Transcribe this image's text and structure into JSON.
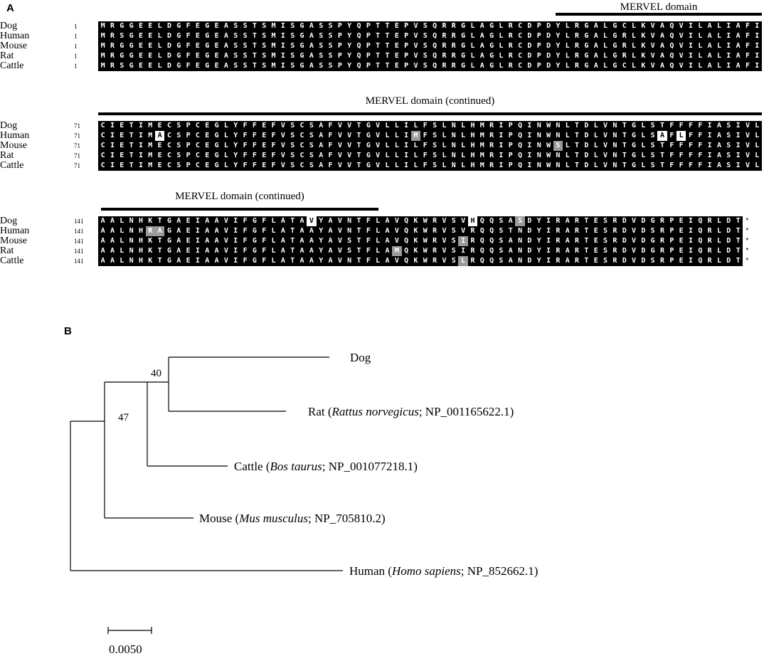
{
  "panels": {
    "a": "A",
    "b": "B"
  },
  "alignment": {
    "species": [
      "Dog",
      "Human",
      "Mouse",
      "Rat",
      "Cattle"
    ],
    "terminator": "*",
    "blocks": [
      {
        "start": "1",
        "domain_label": "MERVEL domain",
        "rows": [
          "MRGGEELDGFEGEASSTSMISGASSPYQPTTEPVSQRRGLAGLRCDPDYLRGALGCLKVAQVILALIAFI",
          "MRSGEELDGFEGEASSTSMISGASSPYQPTTEPVSQRRGLAGLRCDPDYLRGALGRLKVAQVILALIAFI",
          "MRGGEELDGFEGEASSTSMISGASSPYQPTTEPVSQRRGLAGLRCDPDYLRGALGRLKVAQVILALIAFI",
          "MRGGEELDGFEGEASSTSMISGASSPYQPTTEPVSQRRGLAGLRCDPDYLRGALGRLKVAQVILALIAFI",
          "MRSGEELDGFEGEASSTSMISGASSPYQPTTEPVSQRRGLAGLRCDPDYLRGALGCLKVAQVILALIAFI"
        ],
        "highlights": [],
        "terminated": false
      },
      {
        "start": "71",
        "domain_label": "MERVEL domain (continued)",
        "rows": [
          "CIETIMECSPCEGLYFFEFVSCSAFVVTGVLLILFSLNLHMRIPQINWNLTDLVNTGLSTFFFFIASIVL",
          "CIETIMACSPCEGLYFFEFVSCSAFVVTGVLLIMFSLNLHMRIPQINWNLTDLVNTGLSAFLFFIASIVL",
          "CIETIMECSPCEGLYFFEFVSCSAFVVTGVLLILFSLNLHMRIPQINWSLTDLVNTGLSTFFFFIASIVL",
          "CIETIMECSPCEGLYFFEFVSCSAFVVTGVLLILFSLNLHMRIPQINWNLTDLVNTGLSTFFFFIASIVL",
          "CIETIMECSPCEGLYFFEFVSCSAFVVTGVLLILFSLNLHMRIPQINWNLTDLVNTGLSTFFFFIASIVL"
        ],
        "highlights": [
          {
            "row": 1,
            "col": 6,
            "style": "white"
          },
          {
            "row": 1,
            "col": 33,
            "style": "gray"
          },
          {
            "row": 1,
            "col": 59,
            "style": "white"
          },
          {
            "row": 1,
            "col": 61,
            "style": "white"
          },
          {
            "row": 2,
            "col": 48,
            "style": "gray"
          }
        ],
        "terminated": false
      },
      {
        "start": "141",
        "domain_label": "MERVEL domain (continued)",
        "rows": [
          "AALNHKTGAEIAAVIFGFLATAVYAVNTFLAVQKWRVSVHQQSASDYIRARTESRDVDGRPEIQRLDT",
          "AALNHRAGAEIAAVIFGFLATAAYAVNTFLAVQKWRVSVRQQSTNDYIRARTESRDVDSRPEIQRLDT",
          "AALNHKTGAEIAAVIFGFLATAAYAVSTFLAVQKWRVSIRQQSANDYIRARTESRDVDGRPEIQRLDT",
          "AALNHKTGAEIAAVIFGFLATAAYAVSTFLAMQKWRVSIRQQSANDYIRARTESRDVDGRPEIQRLDT",
          "AALNHKTGAEIAAVIFGFLATAAYAVNTFLAVQKWRVSLRQQSANDYIRARTESRDVDSRPEIQRLDT"
        ],
        "highlights": [
          {
            "row": 0,
            "col": 22,
            "style": "white"
          },
          {
            "row": 0,
            "col": 39,
            "style": "white"
          },
          {
            "row": 0,
            "col": 44,
            "style": "gray"
          },
          {
            "row": 1,
            "col": 5,
            "style": "gray"
          },
          {
            "row": 1,
            "col": 6,
            "style": "gray"
          },
          {
            "row": 2,
            "col": 38,
            "style": "gray"
          },
          {
            "row": 3,
            "col": 31,
            "style": "gray"
          },
          {
            "row": 4,
            "col": 38,
            "style": "gray"
          }
        ],
        "terminated": true
      }
    ]
  },
  "tree": {
    "bootstrap_support": [
      "40",
      "47"
    ],
    "leaves": [
      {
        "key": "dog",
        "name": "Dog"
      },
      {
        "key": "rat",
        "name": "Rat",
        "pre": "Rat (",
        "italic": "Rattus norvegicus",
        "post": "; NP_001165622.1)"
      },
      {
        "key": "cattle",
        "name": "Cattle",
        "pre": "Cattle (",
        "italic": "Bos taurus",
        "post": "; NP_001077218.1)"
      },
      {
        "key": "mouse",
        "name": "Mouse",
        "pre": "Mouse (",
        "italic": "Mus musculus",
        "post": "; NP_705810.2)"
      },
      {
        "key": "human",
        "name": "Human",
        "pre": "Human (",
        "italic": "Homo sapiens",
        "post": "; NP_852662.1)"
      }
    ],
    "scale_bar": "0.0050"
  }
}
